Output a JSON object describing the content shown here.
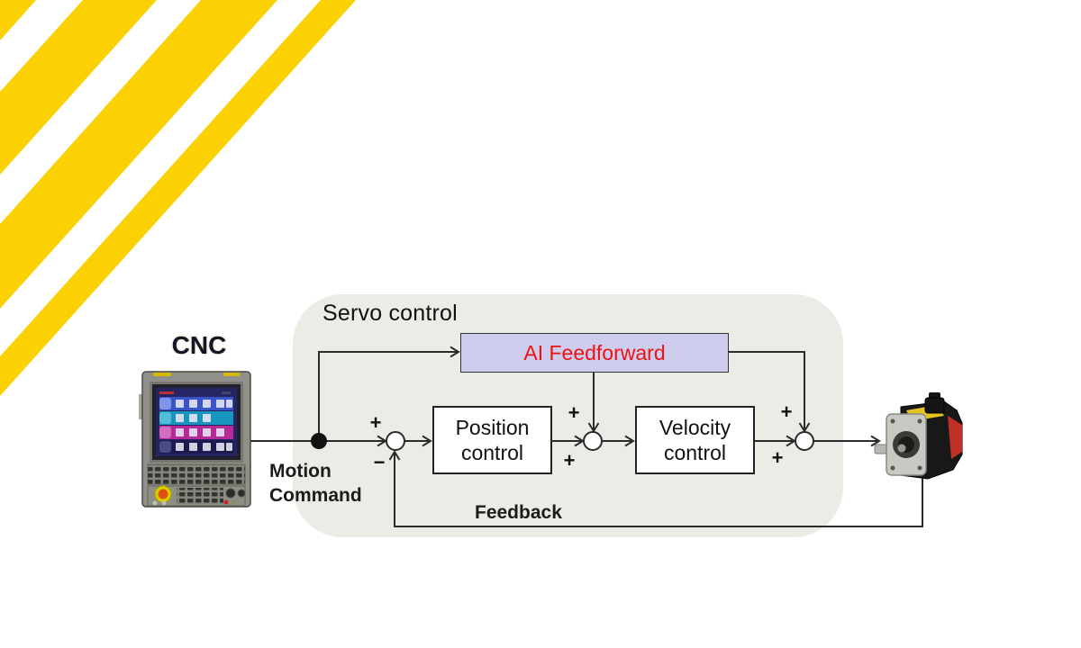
{
  "cnc": {
    "label": "CNC"
  },
  "servo": {
    "title": "Servo control",
    "panel_color": "#ECECE6"
  },
  "blocks": {
    "ai_feedforward": {
      "label": "AI Feedforward",
      "fill": "#CDCCEC",
      "text_color": "#EE1111"
    },
    "position": {
      "line1": "Position",
      "line2": "control"
    },
    "velocity": {
      "line1": "Velocity",
      "line2": "control"
    }
  },
  "labels": {
    "motion_line1": "Motion",
    "motion_line2": "Command",
    "feedback": "Feedback"
  },
  "signs": {
    "plus": "+",
    "minus": "−"
  },
  "colors": {
    "hazard_yellow": "#FCD103",
    "wire": "#2b2b2b",
    "background": "#ffffff"
  },
  "images": {
    "hazard": "hazard-stripes",
    "cnc_machine": "cnc-controller",
    "servo_motor": "servo-motor"
  }
}
